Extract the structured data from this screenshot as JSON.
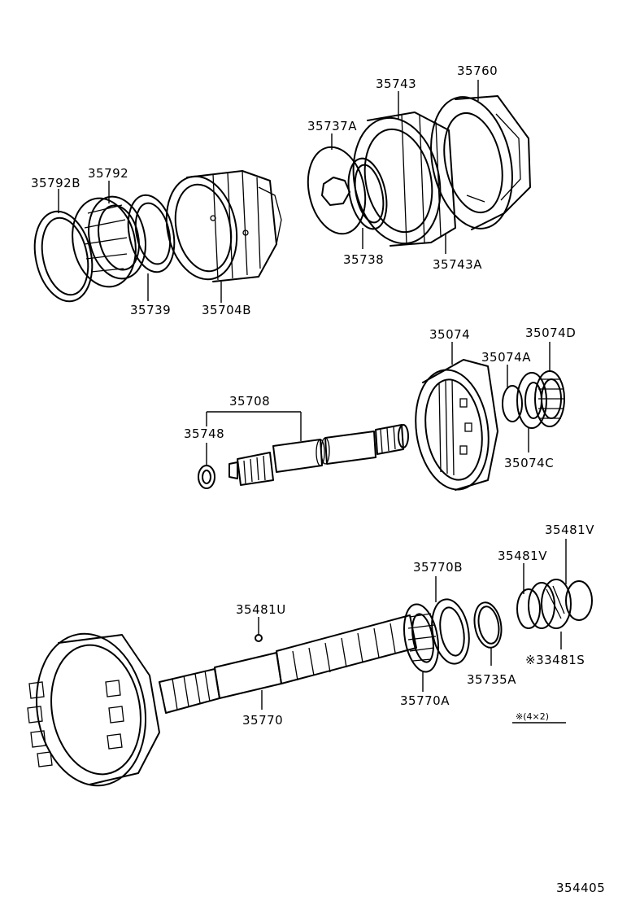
{
  "diagram": {
    "labels": {
      "p35792B": "35792B",
      "p35792": "35792",
      "p35739": "35739",
      "p35704B": "35704B",
      "p35737A": "35737A",
      "p35743": "35743",
      "p35760": "35760",
      "p35738": "35738",
      "p35743A": "35743A",
      "p35074": "35074",
      "p35074D": "35074D",
      "p35074A": "35074A",
      "p35074C": "35074C",
      "p35708": "35708",
      "p35748": "35748",
      "p35481V_top": "35481V",
      "p35481V": "35481V",
      "p35770B": "35770B",
      "p35481U": "35481U",
      "p33481S": "※33481S",
      "p35735A": "35735A",
      "p35770A": "35770A",
      "p35770": "35770",
      "note": "※(4×2)",
      "figure_number": "354405"
    }
  }
}
